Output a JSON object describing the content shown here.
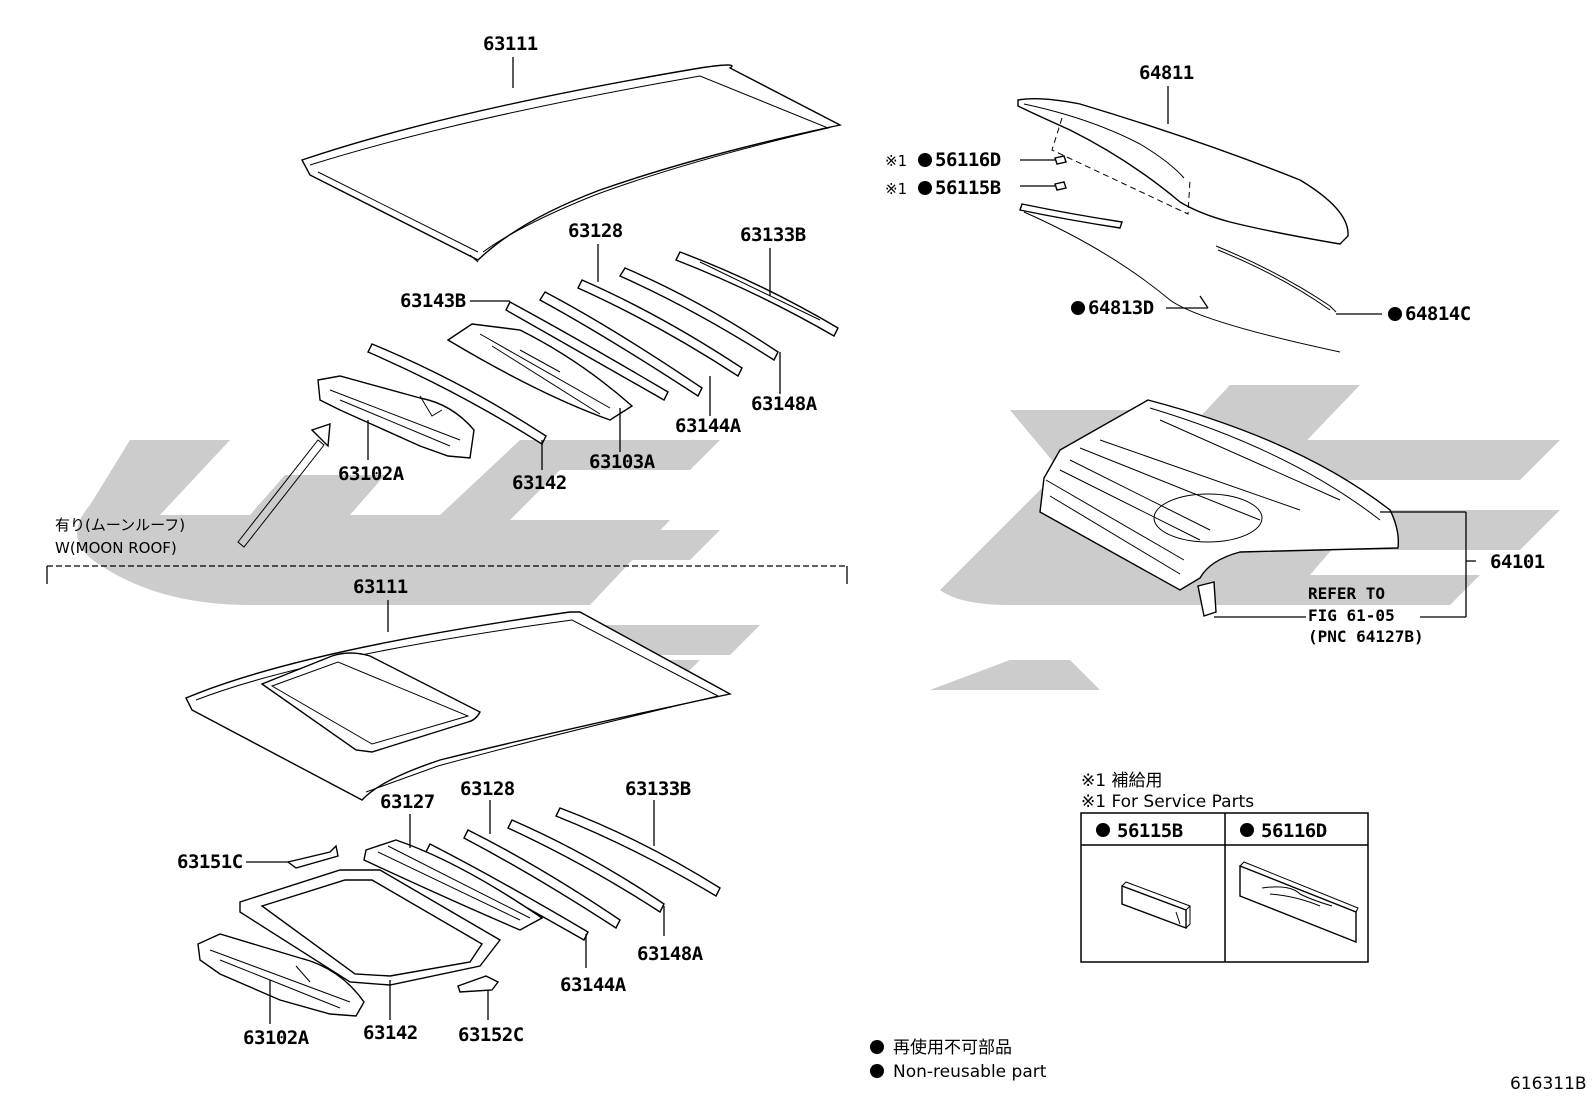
{
  "diagram": {
    "code": "616311B",
    "wm_moon": {
      "jp": "有り(ムーンルーフ)",
      "en": "W(MOON ROOF)"
    },
    "top_labels": {
      "p63111": "63111",
      "p63128": "63128",
      "p63133B": "63133B",
      "p63143B": "63143B",
      "p63148A": "63148A",
      "p63144A": "63144A",
      "p63103A": "63103A",
      "p63142": "63142",
      "p63102A": "63102A"
    },
    "bottom_labels": {
      "p63111": "63111",
      "p63127": "63127",
      "p63128": "63128",
      "p63133B": "63133B",
      "p63151C": "63151C",
      "p63148A": "63148A",
      "p63144A": "63144A",
      "p63102A": "63102A",
      "p63142": "63142",
      "p63152C": "63152C"
    },
    "right_labels": {
      "p64811": "64811",
      "p56116D": "56116D",
      "p56115B": "56115B",
      "mark1a": "※1",
      "mark1b": "※1",
      "p64813D": "64813D",
      "p64814C": "64814C",
      "p64101": "64101",
      "refer1": "REFER TO",
      "refer2": "FIG 61-05",
      "refer3": "(PNC 64127B)"
    },
    "service_box": {
      "note_jp": "※1 補給用",
      "note_en": "※1 For Service Parts",
      "col1": "56115B",
      "col2": "56116D"
    },
    "legend": {
      "jp": "再使用不可部品",
      "en": "Non-reusable part"
    },
    "colors": {
      "line": "#000000",
      "watermark": "#c8c8c8"
    }
  }
}
